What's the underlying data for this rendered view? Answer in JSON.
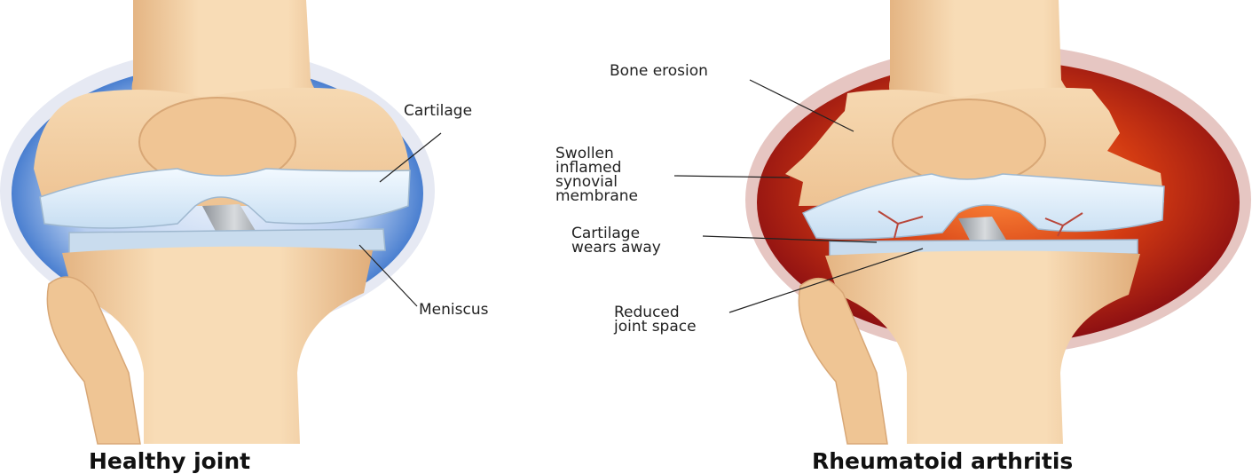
{
  "left_panel": {
    "caption": "Healthy joint",
    "labels": {
      "cartilage": "Cartilage",
      "meniscus": "Meniscus"
    }
  },
  "right_panel": {
    "caption": "Rheumatoid arthritis",
    "labels": {
      "bone_erosion": "Bone erosion",
      "synovial": "Swollen\ninflamed\nsynovial\nmembrane",
      "cartilage_wear": "Cartilage\nwears away",
      "joint_space": "Reduced\njoint space"
    }
  },
  "colors": {
    "bone": "#f2cea0",
    "bone_shadow": "#d9a877",
    "cartilage": "#dceefa",
    "healthy_capsule": "#4a7fd0",
    "inflamed_capsule": "#b01818"
  }
}
